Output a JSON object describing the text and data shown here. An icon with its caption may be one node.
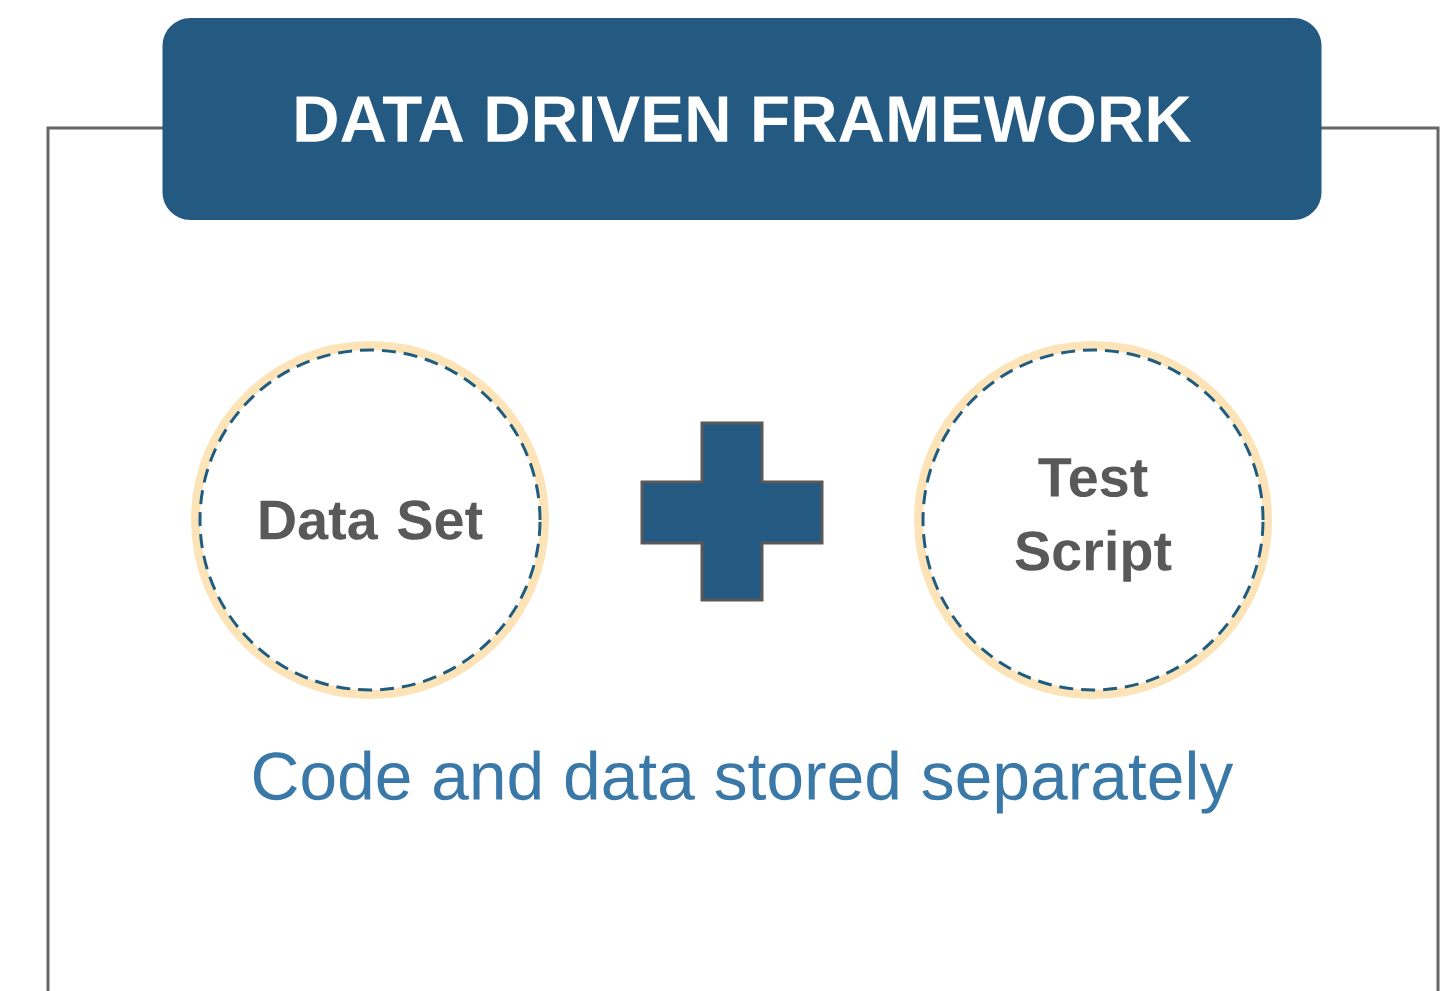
{
  "diagram": {
    "title": "DATA DRIVEN FRAMEWORK",
    "nodes": [
      {
        "text": [
          "Data Set"
        ]
      },
      {
        "text": [
          "Test Script"
        ]
      }
    ],
    "caption": "Code and data stored separately"
  }
}
